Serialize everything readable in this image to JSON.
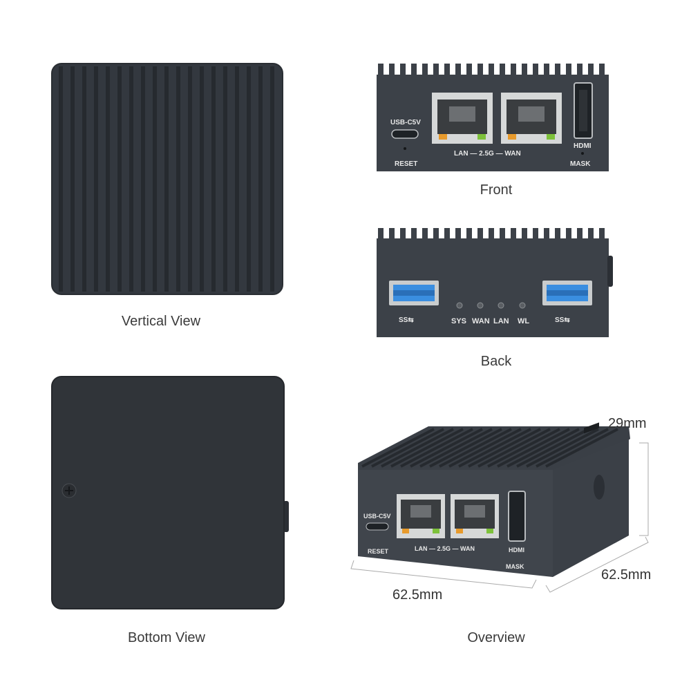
{
  "captions": {
    "vertical": "Vertical View",
    "front": "Front",
    "back": "Back",
    "bottom": "Bottom View",
    "overview": "Overview"
  },
  "ports": {
    "usb_c": "USB-C5V",
    "reset": "RESET",
    "lan_wan": "LAN — 2.5G — WAN",
    "hdmi": "HDMI",
    "mask": "MASK",
    "ss": "SS⇆",
    "leds": [
      "SYS",
      "WAN",
      "LAN",
      "WL"
    ]
  },
  "dimensions": {
    "height": "29mm",
    "width": "62.5mm",
    "depth": "62.5mm"
  },
  "colors": {
    "body": "#3c4148",
    "body_dark": "#2b2f35",
    "port_silver": "#d6d8d8",
    "usb_blue": "#3a8ee0",
    "led_orange": "#e79a2c",
    "led_green": "#7dc13a"
  }
}
